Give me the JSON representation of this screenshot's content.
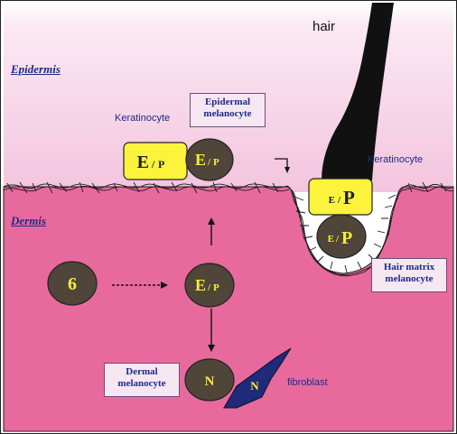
{
  "labels": {
    "hair": "hair",
    "epidermis": "Epidermis",
    "dermis": "Dermis",
    "keratinocyte_left": "Keratinocyte",
    "keratinocyte_right": "Keratinocyte",
    "epidermal_melanocyte": [
      "Epidermal",
      "melanocyte"
    ],
    "hair_matrix_melanocyte": [
      "Hair matrix",
      "melanocyte"
    ],
    "dermal_melanocyte": [
      "Dermal",
      "melanocyte"
    ],
    "fibroblast": "fibroblast"
  },
  "cells": {
    "keratinocyte_epidermis": {
      "big": "E",
      "sep": "/",
      "small": "P"
    },
    "melanocyte_epidermis": {
      "big": "E",
      "sep": "/",
      "small": "P"
    },
    "keratinocyte_hair": {
      "small": "E",
      "sep": "/",
      "big": "P"
    },
    "melanocyte_hair": {
      "small": "E",
      "sep": "/",
      "big": "P"
    },
    "precursor": {
      "text": "6"
    },
    "melanocyte_dermis": {
      "big": "E",
      "sep": "/",
      "small": "P"
    },
    "dermal_melanocyte": {
      "text": "N"
    },
    "fibroblast": {
      "text": "N"
    }
  },
  "colors": {
    "epidermis": "#f5cde3",
    "dermis": "#e86a9d",
    "cell": "#4f4538",
    "keratinocyte": "#fbf33c",
    "text_yellow": "#f6ef3a",
    "text_blue": "#1d2a86",
    "hair": "#111111",
    "fibroblast": "#1f2a78"
  }
}
